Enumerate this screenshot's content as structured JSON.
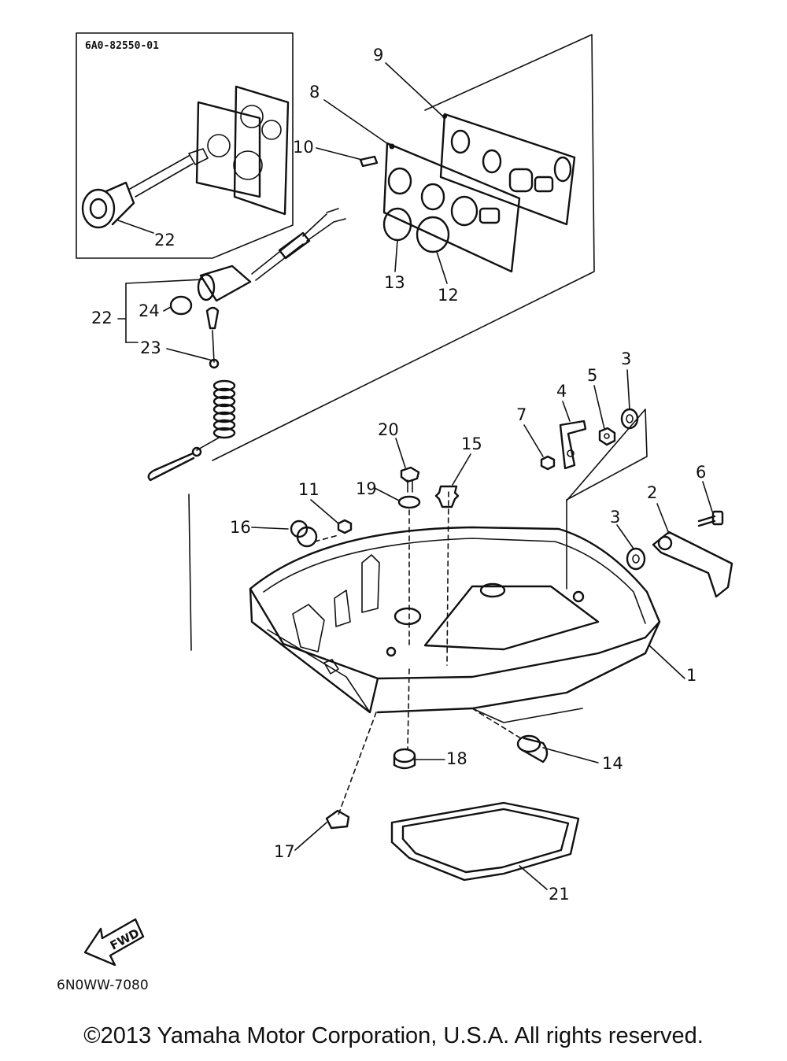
{
  "diagram": {
    "inset_part_code": "6A0-82550-01",
    "drawing_code": "6N0WW-7080",
    "fwd_label": "FWD",
    "callouts": {
      "c1": "1",
      "c2": "2",
      "c3a": "3",
      "c3b": "3",
      "c4": "4",
      "c5": "5",
      "c6": "6",
      "c7": "7",
      "c8": "8",
      "c9": "9",
      "c10": "10",
      "c11": "11",
      "c12": "12",
      "c13": "13",
      "c14": "14",
      "c15": "15",
      "c16": "16",
      "c17": "17",
      "c18": "18",
      "c19": "19",
      "c20": "20",
      "c21": "21",
      "c22a": "22",
      "c22b": "22",
      "c23": "23",
      "c24": "24"
    }
  },
  "footer": {
    "copyright": "©2013 Yamaha Motor Corporation, U.S.A. All rights reserved."
  }
}
